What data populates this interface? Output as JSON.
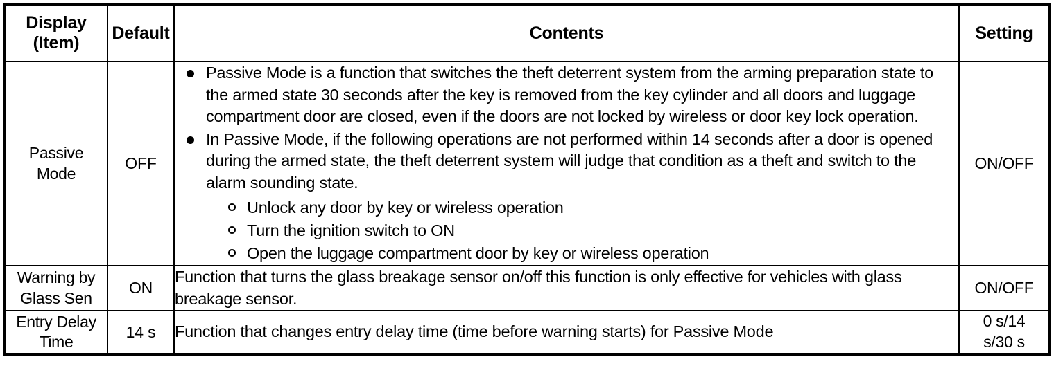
{
  "table": {
    "headers": {
      "display": "Display",
      "display_sub": "(Item)",
      "default": "Default",
      "contents": "Contents",
      "setting": "Setting"
    },
    "rows": [
      {
        "display_line1": "Passive",
        "display_line2": "Mode",
        "default": "OFF",
        "setting": "ON/OFF",
        "contents": {
          "bullets": [
            "Passive Mode is a function that switches the theft deterrent system from the arming preparation state to the armed state 30 seconds after the key is removed from the key cylinder and all doors and luggage compartment door are closed, even if the doors are not locked by wireless or door key lock operation.",
            "In Passive Mode, if the following operations are not performed within 14 seconds after a door is opened during the armed state, the theft deterrent system will judge that condition as a theft and switch to the alarm sounding state."
          ],
          "subbullets": [
            "Unlock any door by key or wireless operation",
            "Turn the ignition switch to ON",
            "Open the luggage compartment door by key or wireless operation"
          ]
        }
      },
      {
        "display_line1": "Warning by",
        "display_line2": "Glass Sen",
        "default": "ON",
        "setting": "ON/OFF",
        "contents": {
          "paragraph": "Function that turns the glass breakage sensor on/off this function is only effective for vehicles with glass breakage sensor."
        }
      },
      {
        "display_line1": "Entry Delay",
        "display_line2": "Time",
        "default": "14 s",
        "setting_line1": "0 s/14",
        "setting_line2": "s/30 s",
        "contents": {
          "paragraph": "Function that changes entry delay time (time before warning starts) for Passive Mode"
        }
      }
    ]
  }
}
